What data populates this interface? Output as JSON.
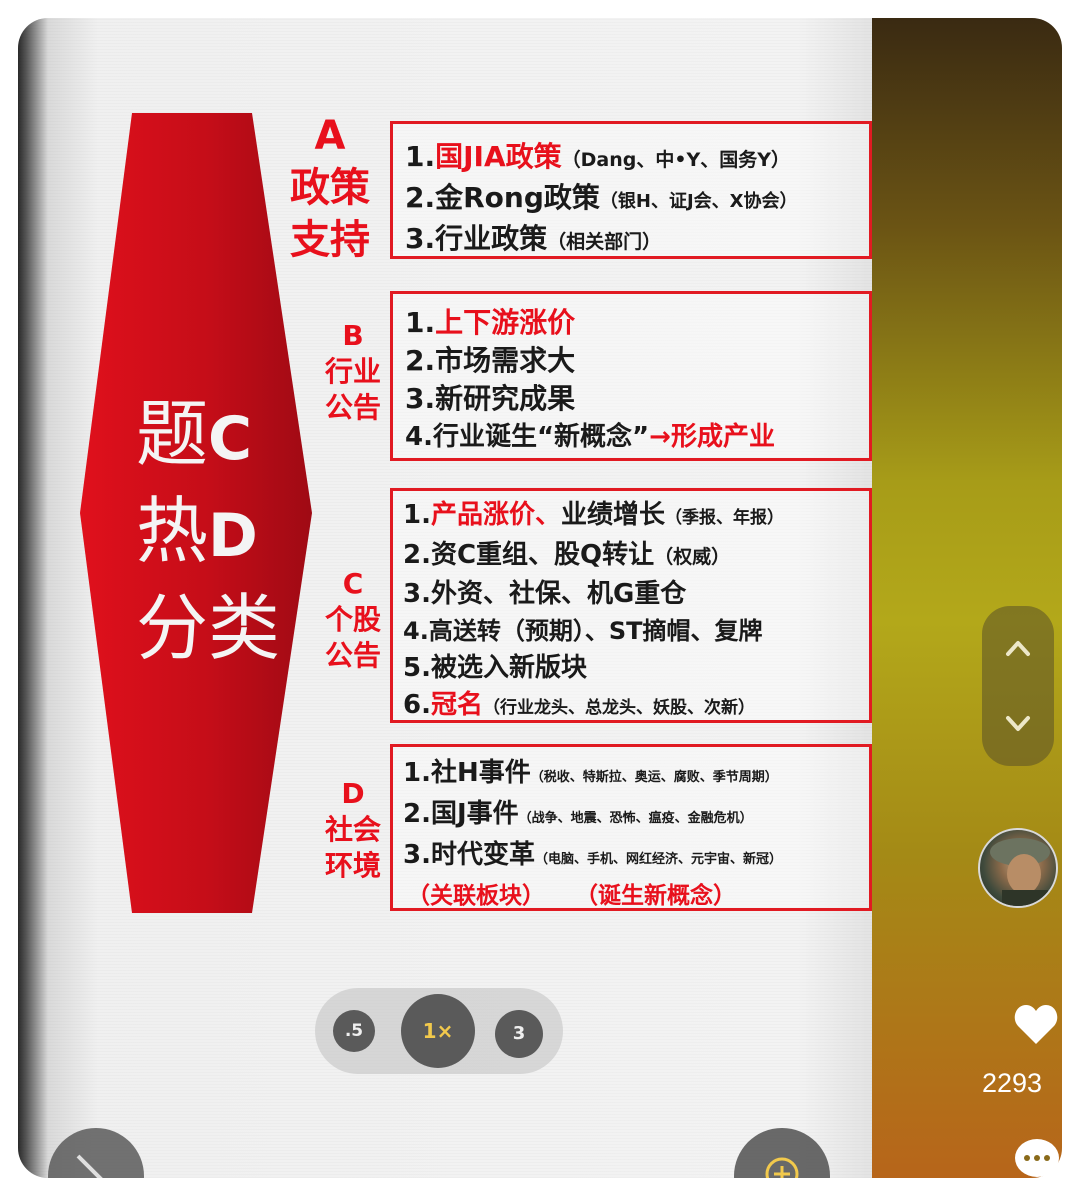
{
  "hexagon": {
    "line1_cn": "题",
    "line1_lt": "C",
    "line2_cn": "热",
    "line2_lt": "D",
    "line3": "分类"
  },
  "sections": {
    "a": {
      "letter": "A",
      "title1": "政策",
      "title2": "支持",
      "items": [
        {
          "num": "1.",
          "main": "国JIA政策",
          "note": "（Dang、中•Y、国务Y）"
        },
        {
          "num": "2.",
          "main": "金Rong政策",
          "note": "（银H、证J会、X协会）"
        },
        {
          "num": "3.",
          "main": "行业政策",
          "note": "（相关部门）"
        }
      ]
    },
    "b": {
      "letter": "B",
      "title1": "行业",
      "title2": "公告",
      "items": [
        {
          "num": "1.",
          "main": "上下游涨价"
        },
        {
          "num": "2.",
          "main": "市场需求大"
        },
        {
          "num": "3.",
          "main": "新研究成果"
        },
        {
          "num": "4.",
          "main": "行业诞生“新概念”",
          "tail": "→形成产业"
        }
      ]
    },
    "c": {
      "letter": "C",
      "title1": "个股",
      "title2": "公告",
      "items": [
        {
          "num": "1.",
          "main": "产品涨价、",
          "rest": "业绩增长",
          "note": "（季报、年报）"
        },
        {
          "num": "2.",
          "main": "资C重组、股Q转让",
          "note": "（权威）"
        },
        {
          "num": "3.",
          "main": "外资、社保、机G重仓"
        },
        {
          "num": "4.",
          "main": "高送转（预期）、ST摘帽、复牌"
        },
        {
          "num": "5.",
          "main": "被选入新版块"
        },
        {
          "num": "6.",
          "main": "冠名",
          "note": "（行业龙头、总龙头、妖股、次新）"
        }
      ]
    },
    "d": {
      "letter": "D",
      "title1": "社会",
      "title2": "环境",
      "items": [
        {
          "num": "1.",
          "main": "社H事件",
          "note": "（税收、特斯拉、奥运、腐败、季节周期）"
        },
        {
          "num": "2.",
          "main": "国J事件",
          "note": "（战争、地震、恐怖、瘟疫、金融危机）"
        },
        {
          "num": "3.",
          "main": "时代变革",
          "note": "（电脑、手机、网红经济、元宇宙、新冠）"
        }
      ],
      "footer_left": "（关联板块）",
      "footer_right": "（诞生新概念）"
    }
  },
  "zoom_controls": {
    "low": ".5",
    "mid": "1×",
    "high": "3"
  },
  "social": {
    "like_count": "2293"
  },
  "colors": {
    "accent_red": "#e8101c",
    "hex_red": "#c8101b"
  }
}
